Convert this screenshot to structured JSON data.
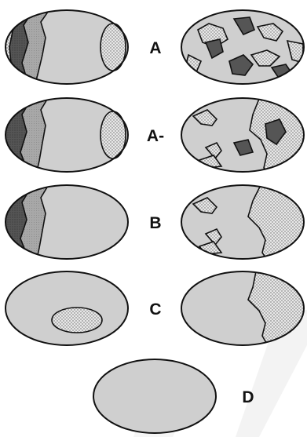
{
  "diagram": {
    "grades": [
      {
        "label": "A"
      },
      {
        "label": "A-"
      },
      {
        "label": "B"
      },
      {
        "label": "C"
      },
      {
        "label": "D"
      }
    ]
  },
  "colors": {
    "background": "#ffffff",
    "body_fill": "#cfcfcf",
    "dark_region": "#555555",
    "mid_region": "#a8a8a8",
    "dotted_region": "#e8e8e8",
    "outline": "#111111",
    "watermark_band": "#f2f2f2"
  }
}
